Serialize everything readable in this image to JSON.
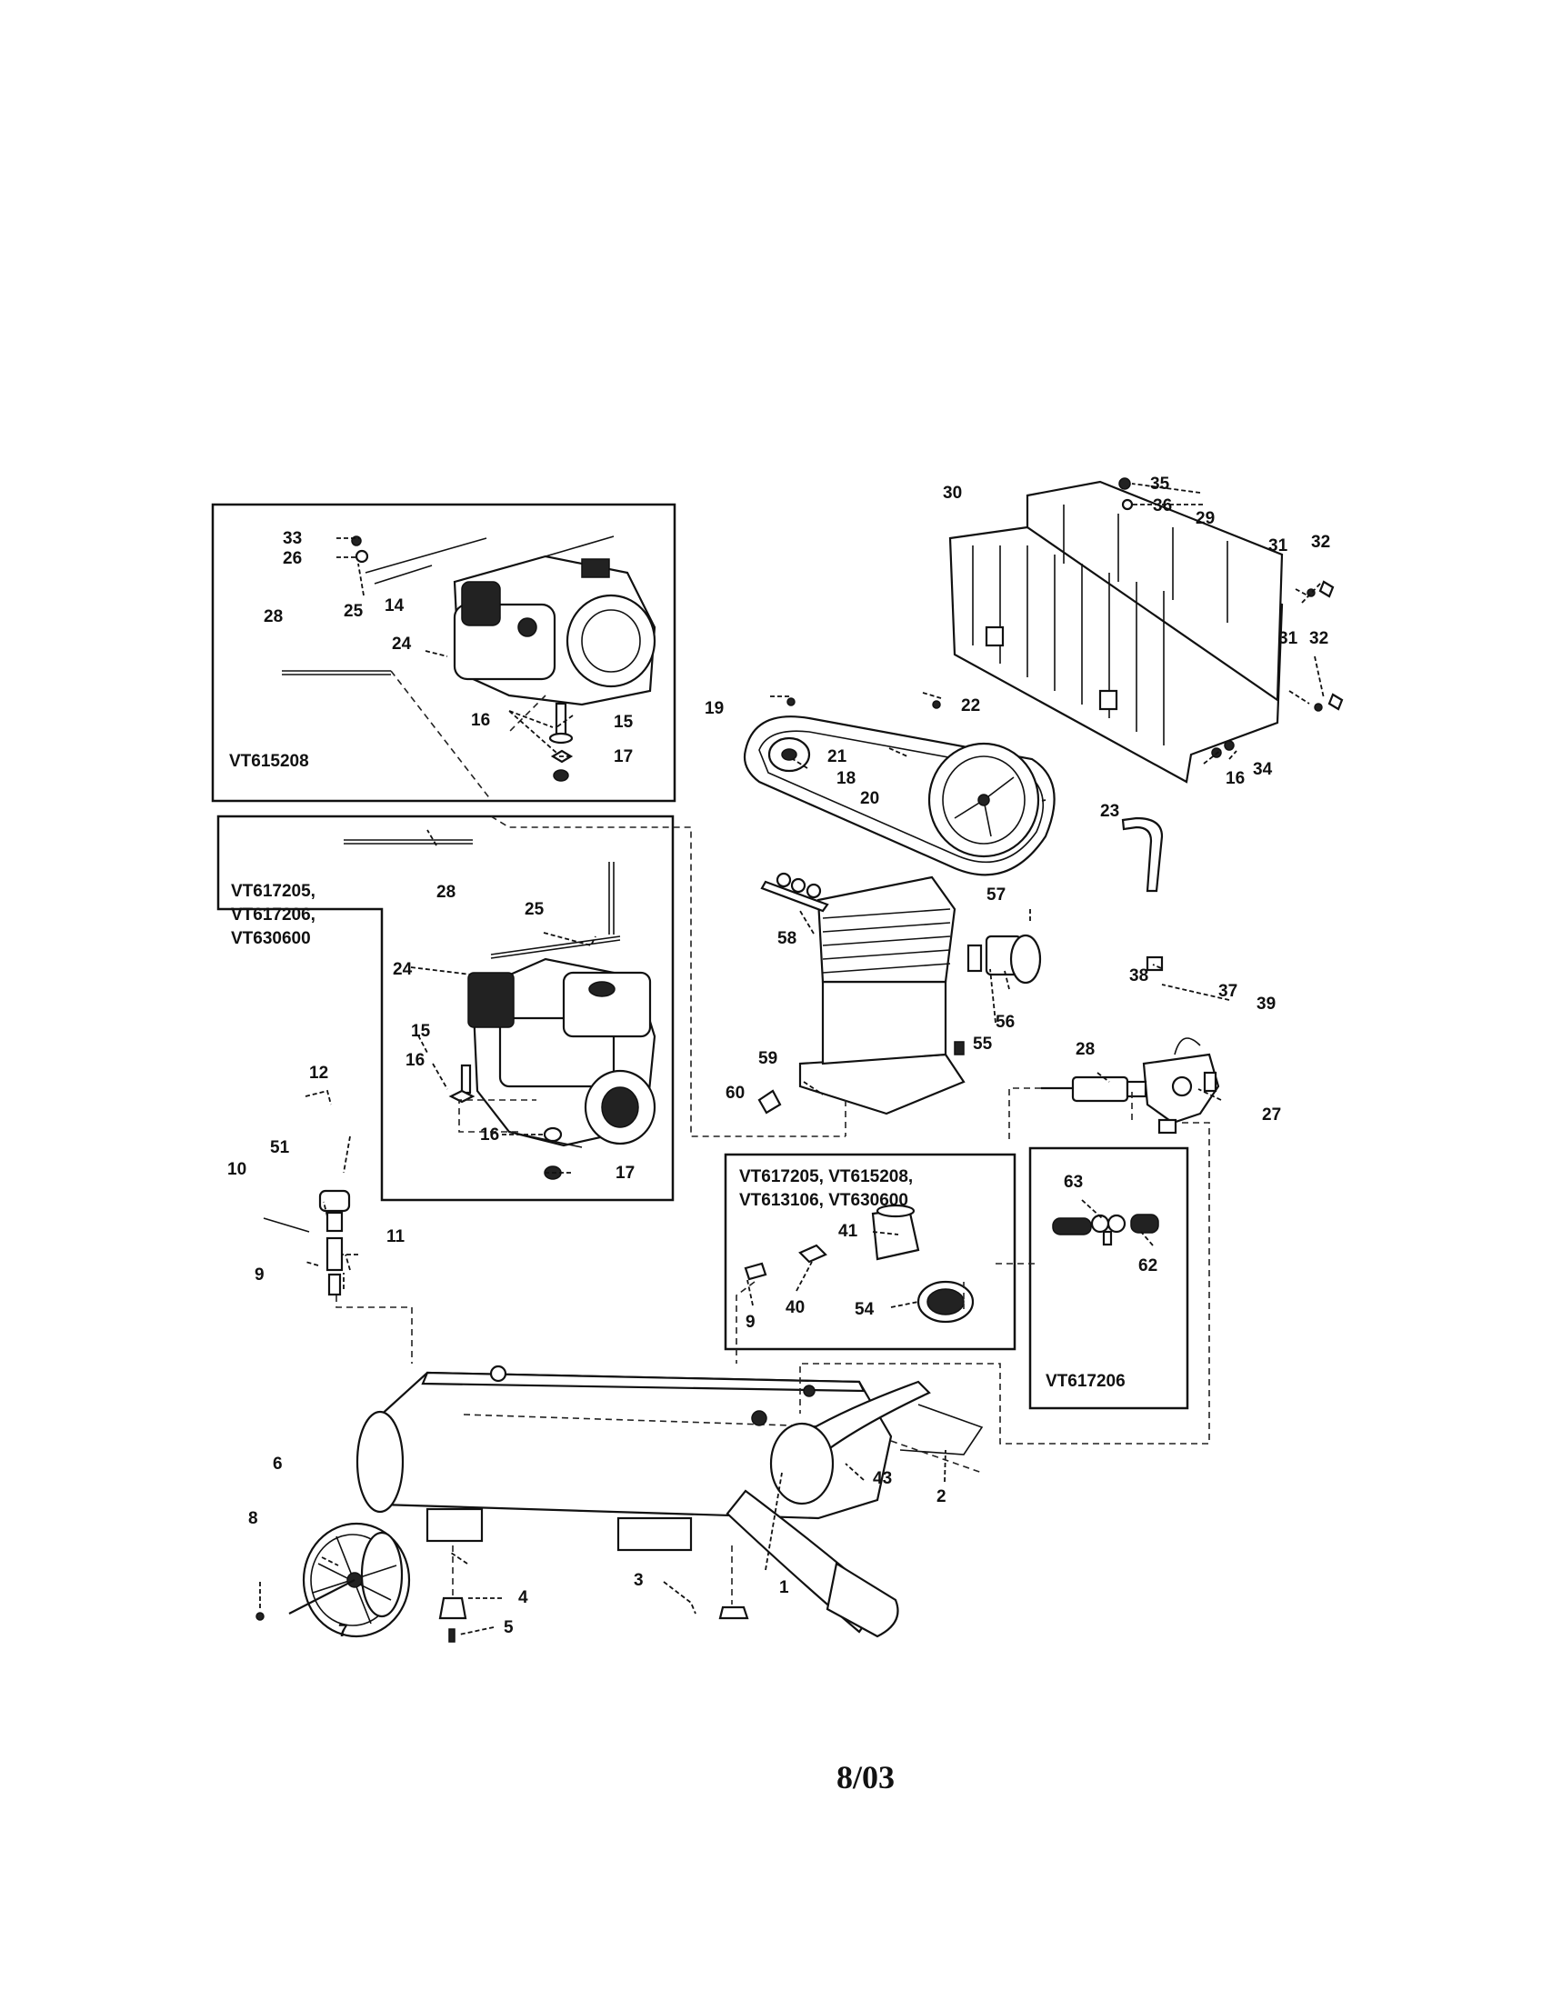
{
  "date_footer": "8/03",
  "models": {
    "box_top_left": "VT615208",
    "box_mid_left": [
      "VT617205,",
      "VT617206,",
      "VT630600"
    ],
    "box_valve": [
      "VT617205, VT615208,",
      "VT613106, VT630600"
    ],
    "box_right": "VT617206"
  },
  "callouts": {
    "n1": "1",
    "n2": "2",
    "n3": "3",
    "n4": "4",
    "n5": "5",
    "n6": "6",
    "n7": "7",
    "n8": "8",
    "n9a": "9",
    "n9b": "9",
    "n10": "10",
    "n11": "11",
    "n12": "12",
    "n14": "14",
    "n15a": "15",
    "n15b": "15",
    "n16a": "16",
    "n16b": "16",
    "n16c": "16",
    "n16d": "16",
    "n17a": "17",
    "n17b": "17",
    "n18": "18",
    "n19": "19",
    "n20": "20",
    "n21": "21",
    "n22": "22",
    "n23": "23",
    "n24a": "24",
    "n24b": "24",
    "n25a": "25",
    "n25b": "25",
    "n26": "26",
    "n27": "27",
    "n28a": "28",
    "n28b": "28",
    "n28c": "28",
    "n29": "29",
    "n30": "30",
    "n31a": "31",
    "n31b": "31",
    "n32a": "32",
    "n32b": "32",
    "n33": "33",
    "n34": "34",
    "n35": "35",
    "n36": "36",
    "n37": "37",
    "n38": "38",
    "n39": "39",
    "n40": "40",
    "n41": "41",
    "n43": "43",
    "n51": "51",
    "n54": "54",
    "n55": "55",
    "n56": "56",
    "n57": "57",
    "n58": "58",
    "n59": "59",
    "n60": "60",
    "n62": "62",
    "n63": "63"
  }
}
